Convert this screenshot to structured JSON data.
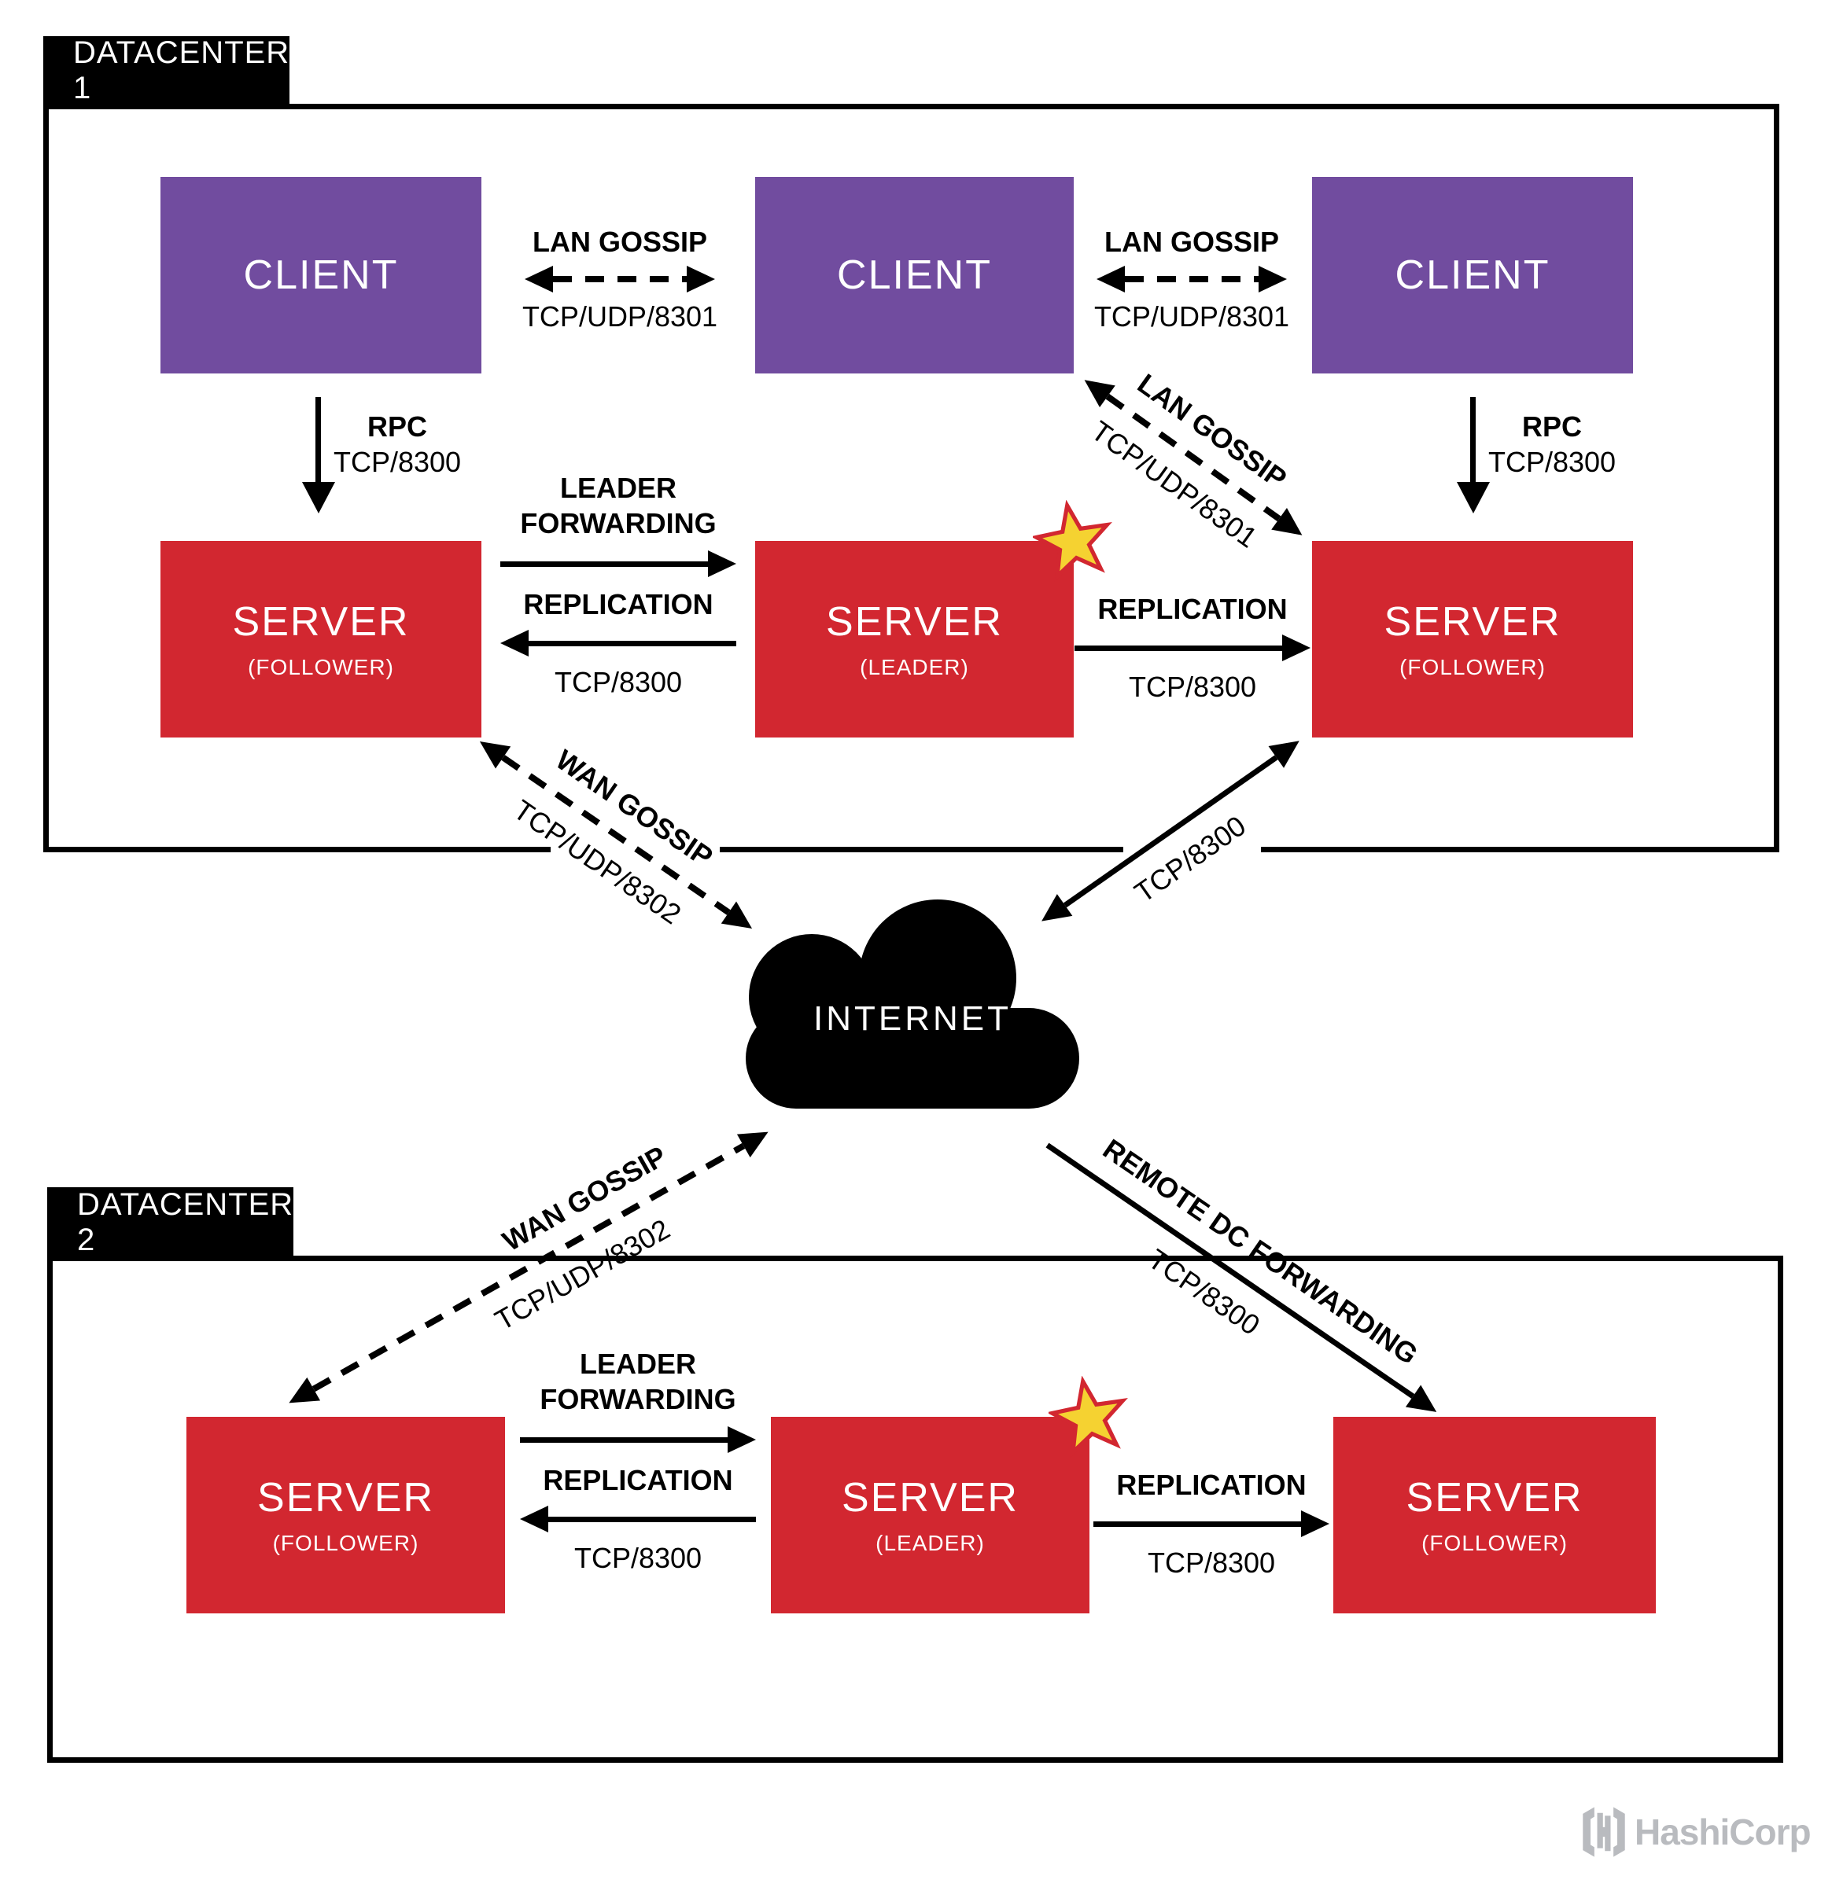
{
  "colors": {
    "purple": "#714C9F",
    "red": "#D22730",
    "black": "#000000",
    "star_fill": "#F5D231",
    "star_stroke": "#D22730",
    "logo_gray": "#B9BBBF"
  },
  "datacenter1": {
    "label": "DATACENTER 1",
    "clients": [
      {
        "title": "CLIENT"
      },
      {
        "title": "CLIENT"
      },
      {
        "title": "CLIENT"
      }
    ],
    "servers": [
      {
        "title": "SERVER",
        "subtitle": "(FOLLOWER)"
      },
      {
        "title": "SERVER",
        "subtitle": "(LEADER)"
      },
      {
        "title": "SERVER",
        "subtitle": "(FOLLOWER)"
      }
    ],
    "connections": {
      "lan_gossip_left": {
        "label": "LAN GOSSIP",
        "port": "TCP/UDP/8301"
      },
      "lan_gossip_right": {
        "label": "LAN GOSSIP",
        "port": "TCP/UDP/8301"
      },
      "lan_gossip_diagonal": {
        "label": "LAN GOSSIP",
        "port": "TCP/UDP/8301"
      },
      "rpc_left": {
        "label": "RPC",
        "port": "TCP/8300"
      },
      "rpc_right": {
        "label": "RPC",
        "port": "TCP/8300"
      },
      "leader_forwarding": {
        "label": "LEADER\nFORWARDING"
      },
      "replication_left": {
        "label": "REPLICATION",
        "port": "TCP/8300"
      },
      "replication_right": {
        "label": "REPLICATION",
        "port": "TCP/8300"
      }
    }
  },
  "wan": {
    "internet_label": "INTERNET",
    "wan_gossip_dc1": {
      "label": "WAN GOSSIP",
      "port": "TCP/UDP/8302"
    },
    "tcp_link": {
      "port": "TCP/8300"
    },
    "wan_gossip_dc2": {
      "label": "WAN GOSSIP",
      "port": "TCP/UDP/8302"
    },
    "remote_dc_forwarding": {
      "label": "REMOTE DC FORWARDING",
      "port": "TCP/8300"
    }
  },
  "datacenter2": {
    "label": "DATACENTER 2",
    "servers": [
      {
        "title": "SERVER",
        "subtitle": "(FOLLOWER)"
      },
      {
        "title": "SERVER",
        "subtitle": "(LEADER)"
      },
      {
        "title": "SERVER",
        "subtitle": "(FOLLOWER)"
      }
    ],
    "connections": {
      "leader_forwarding": {
        "label": "LEADER\nFORWARDING"
      },
      "replication_left": {
        "label": "REPLICATION",
        "port": "TCP/8300"
      },
      "replication_right": {
        "label": "REPLICATION",
        "port": "TCP/8300"
      }
    }
  },
  "footer": {
    "brand": "HashiCorp"
  }
}
